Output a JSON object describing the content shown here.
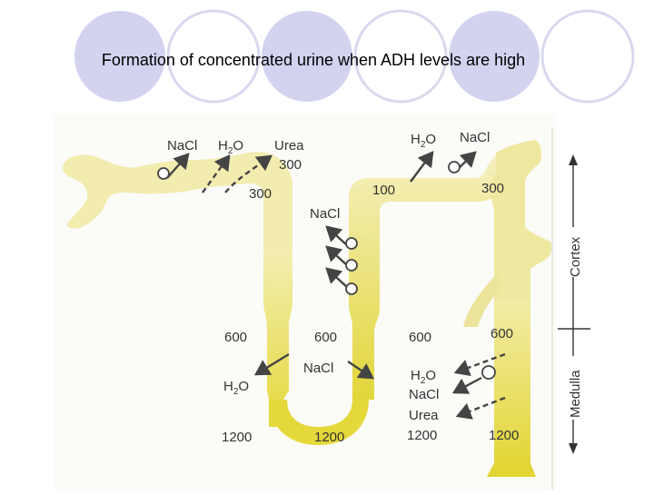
{
  "title": "Formation of concentrated urine when ADH levels are high",
  "labels": {
    "nacl_top_left": "NaCl",
    "h2o_top_left_main": "H",
    "h2o_top_left_sub": "2",
    "h2o_top_left_end": "O",
    "urea_top": "Urea",
    "val_300_a": "300",
    "val_300_b": "300",
    "h2o_top_right_main": "H",
    "h2o_top_right_sub": "2",
    "h2o_top_right_end": "O",
    "nacl_top_right": "NaCl",
    "val_100": "100",
    "val_300_c": "300",
    "nacl_mid": "NaCl",
    "val_600_a": "600",
    "val_600_b": "600",
    "val_600_c": "600",
    "val_600_d": "600",
    "h2o_left_main": "H",
    "h2o_left_sub": "2",
    "h2o_left_end": "O",
    "nacl_loop": "NaCl",
    "h2o_right_main": "H",
    "h2o_right_sub": "2",
    "h2o_right_end": "O",
    "nacl_right": "NaCl",
    "urea_right": "Urea",
    "val_1200_a": "1200",
    "val_1200_b": "1200",
    "val_1200_c": "1200",
    "val_1200_d": "1200",
    "cortex": "Cortex",
    "medulla": "Medulla"
  },
  "colors": {
    "tubule_light": "#f0e9a0",
    "tubule_deep": "#e2d63a",
    "arrow": "#444444",
    "deco_circle_fill": "#d3d3f0",
    "deco_circle_stroke": "#d8d8ee"
  }
}
